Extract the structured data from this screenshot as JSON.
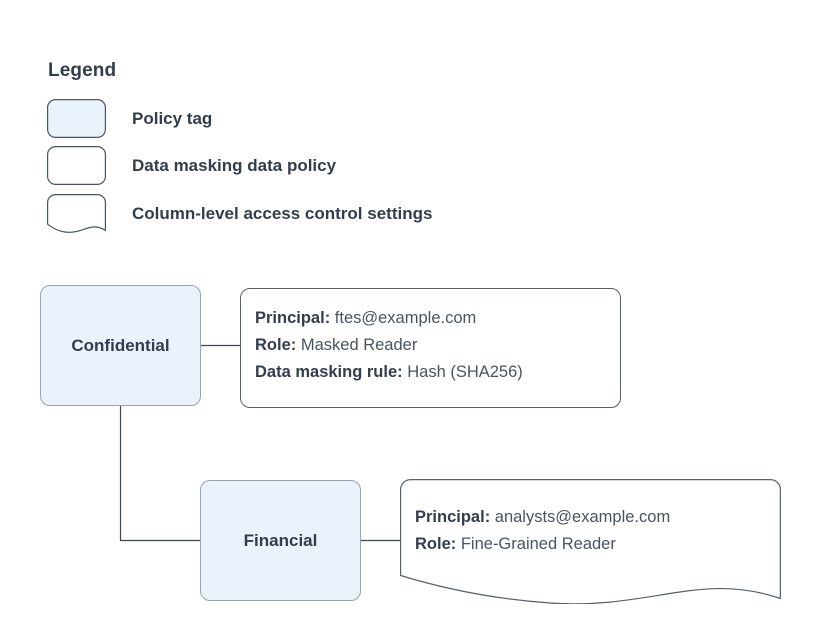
{
  "legend": {
    "title": "Legend",
    "items": [
      {
        "shape": "rounded-rect-filled",
        "icon_name": "policy-tag-swatch-icon",
        "label": "Policy tag"
      },
      {
        "shape": "rounded-rect-outline",
        "icon_name": "data-masking-policy-swatch-icon",
        "label": "Data masking data policy"
      },
      {
        "shape": "document-wavy-bottom",
        "icon_name": "column-access-settings-swatch-icon",
        "label": "Column-level access control settings"
      }
    ]
  },
  "diagram": {
    "nodes": [
      {
        "id": "confidential",
        "label": "Confidential",
        "type": "policy-tag"
      },
      {
        "id": "financial",
        "label": "Financial",
        "type": "policy-tag"
      }
    ],
    "details": [
      {
        "id": "confidential-detail",
        "shape": "data-masking-data-policy",
        "lines": [
          {
            "key": "Principal:",
            "value": "ftes@example.com"
          },
          {
            "key": "Role:",
            "value": "Masked Reader"
          },
          {
            "key": "Data masking rule:",
            "value": "Hash (SHA256)"
          }
        ]
      },
      {
        "id": "financial-detail",
        "shape": "column-level-access-control-settings",
        "lines": [
          {
            "key": "Principal:",
            "value": "analysts@example.com"
          },
          {
            "key": "Role:",
            "value": "Fine-Grained Reader"
          }
        ]
      }
    ],
    "edges": [
      {
        "from": "confidential",
        "to": "confidential-detail"
      },
      {
        "from": "confidential",
        "to": "financial"
      },
      {
        "from": "financial",
        "to": "financial-detail"
      }
    ]
  },
  "colors": {
    "tag_fill": "#eaf2fc",
    "tag_border": "#93a3b8",
    "box_border": "#59616e",
    "text_strong": "#333d4d",
    "text_value": "#4a5360",
    "connector": "#3d4654",
    "background": "#ffffff"
  }
}
